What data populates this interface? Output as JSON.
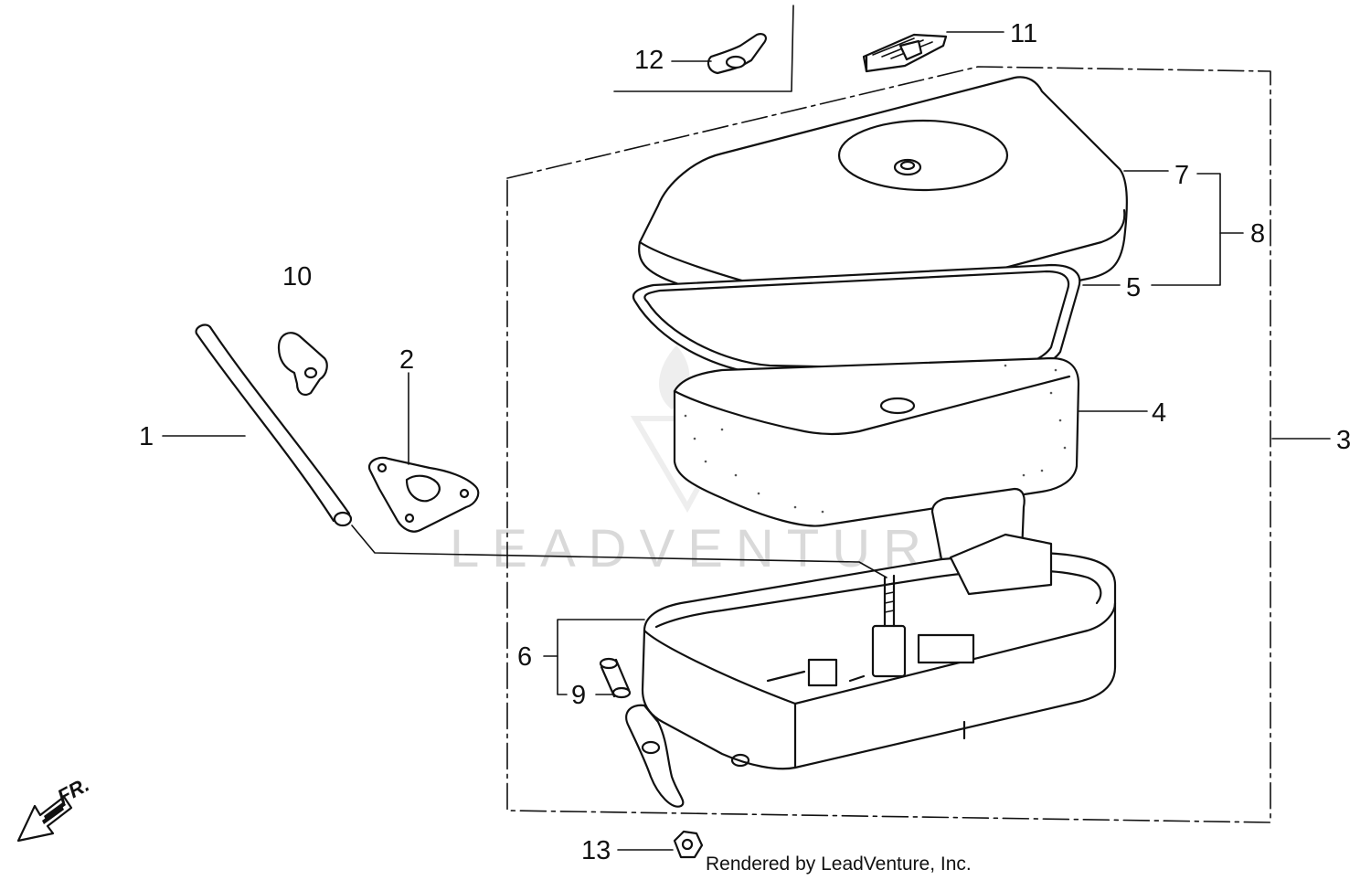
{
  "diagram": {
    "callouts": {
      "c1": "1",
      "c2": "2",
      "c3": "3",
      "c4": "4",
      "c5": "5",
      "c6": "6",
      "c7": "7",
      "c8": "8",
      "c9": "9",
      "c10": "10",
      "c11": "11",
      "c12": "12",
      "c13": "13"
    },
    "direction_label": "FR.",
    "watermark": "LEADVENTURE",
    "footer": "Rendered by LeadVenture, Inc."
  }
}
